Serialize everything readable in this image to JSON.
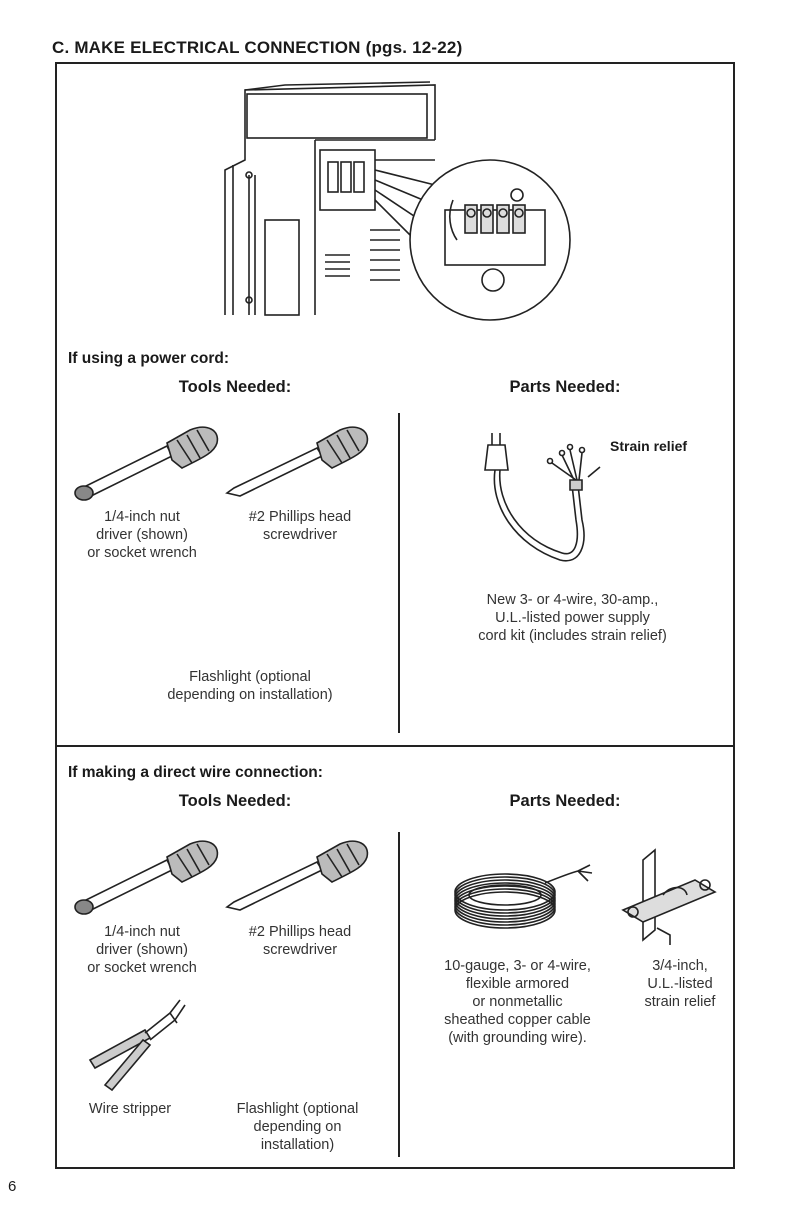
{
  "page": {
    "heading": "C. MAKE ELECTRICAL CONNECTION (pgs. 12-22)",
    "page_number": "6"
  },
  "power_cord": {
    "title": "If using a power cord:",
    "tools_heading": "Tools Needed:",
    "parts_heading": "Parts Needed:",
    "tool_nut_driver": "1/4-inch nut\ndriver (shown)\nor socket wrench",
    "tool_phillips": "#2 Phillips head\nscrewdriver",
    "tool_flashlight": "Flashlight (optional\ndepending on installation)",
    "strain_relief_label": "Strain relief",
    "part_cord_kit": "New 3- or 4-wire, 30-amp.,\nU.L.-listed power supply\ncord kit (includes strain relief)"
  },
  "direct_wire": {
    "title": "If making a direct wire connection:",
    "tools_heading": "Tools Needed:",
    "parts_heading": "Parts Needed:",
    "tool_nut_driver": "1/4-inch nut\ndriver (shown)\nor socket wrench",
    "tool_phillips": "#2 Phillips head\nscrewdriver",
    "tool_wire_stripper": "Wire stripper",
    "tool_flashlight": "Flashlight (optional\ndepending on\ninstallation)",
    "part_cable": "10-gauge, 3- or 4-wire,\nflexible armored\nor nonmetallic\nsheathed copper cable\n(with grounding wire).",
    "part_strain_relief": "3/4-inch,\nU.L.-listed\nstrain relief"
  }
}
